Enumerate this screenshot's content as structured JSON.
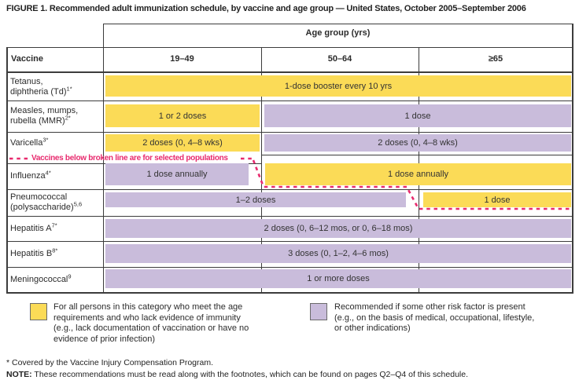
{
  "title": "FIGURE 1. Recommended adult immunization schedule, by vaccine and age group — United States, October 2005–September 2006",
  "table": {
    "age_group_header": "Age group (yrs)",
    "vaccine_header": "Vaccine",
    "columns": [
      "19–49",
      "50–64",
      "≥65"
    ],
    "broken_line_note": "Vaccines below broken line are for selected populations",
    "rows": [
      {
        "label": "Tetanus,\ndiphtheria (Td)",
        "sup": "1*",
        "bars": [
          {
            "category": "all",
            "text": "1-dose booster every 10 yrs"
          }
        ]
      },
      {
        "label": "Measles, mumps,\nrubella (MMR)",
        "sup": "2*",
        "bars": [
          {
            "category": "all",
            "text": "1 or 2 doses"
          },
          {
            "category": "risk",
            "text": "1 dose"
          }
        ]
      },
      {
        "label": "Varicella",
        "sup": "3*",
        "bars": [
          {
            "category": "all",
            "text": "2 doses (0, 4–8 wks)"
          },
          {
            "category": "risk",
            "text": "2 doses (0, 4–8 wks)"
          }
        ]
      },
      {
        "label": "Influenza",
        "sup": "4*",
        "bars": [
          {
            "category": "risk",
            "text": "1 dose annually"
          },
          {
            "category": "all",
            "text": "1 dose annually"
          }
        ]
      },
      {
        "label": "Pneumococcal\n(polysaccharide)",
        "sup": "5,6",
        "bars": [
          {
            "category": "risk",
            "text": "1–2 doses"
          },
          {
            "category": "all",
            "text": "1 dose"
          }
        ]
      },
      {
        "label": "Hepatitis A",
        "sup": "7*",
        "bars": [
          {
            "category": "risk",
            "text": "2 doses (0, 6–12 mos, or 0, 6–18 mos)"
          }
        ]
      },
      {
        "label": "Hepatitis B",
        "sup": "8*",
        "bars": [
          {
            "category": "risk",
            "text": "3 doses (0, 1–2, 4–6 mos)"
          }
        ]
      },
      {
        "label": "Meningococcal",
        "sup": "9",
        "bars": [
          {
            "category": "risk",
            "text": "1 or more doses"
          }
        ]
      }
    ]
  },
  "legend": [
    {
      "color": "#FBDB57",
      "label": "For all persons in this category who meet the age requirements and who lack evidence of immunity (e.g., lack documentation of vaccination or have no evidence of prior infection)"
    },
    {
      "color": "#C9BCDB",
      "label": "Recommended if some other risk factor is present (e.g., on the basis of medical, occupational, lifestyle, or other indications)"
    }
  ],
  "footnotes": {
    "asterisk": "* Covered by the Vaccine Injury Compensation Program.",
    "note_label": "NOTE:",
    "note_text": "These recommendations must be read along with the footnotes, which can be found on pages Q2–Q4 of this schedule."
  },
  "colors": {
    "all_category": "#FBDB57",
    "risk_category": "#C9BCDB",
    "broken_line": "#E82A6E"
  }
}
